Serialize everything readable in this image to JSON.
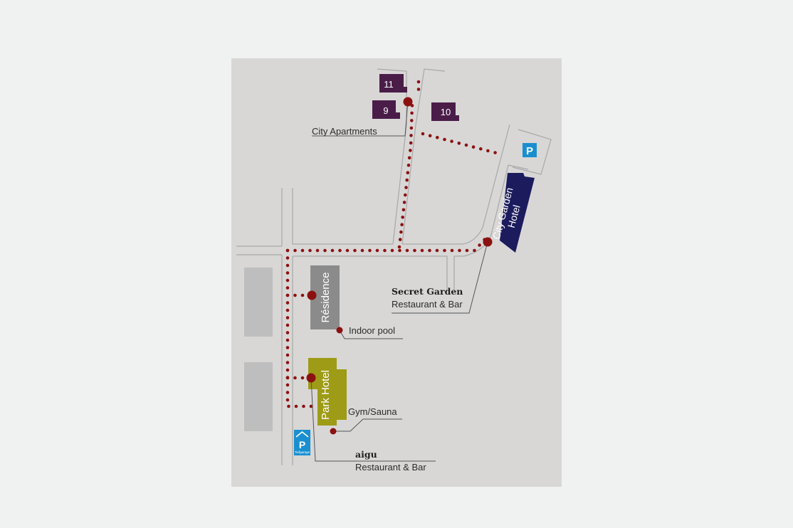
{
  "colors": {
    "page_bg": "#eff2f1",
    "map_bg": "#d8d7d6",
    "road_line": "#a8a8a8",
    "path_dots": "#8b1111",
    "residence": "#8c8b8b",
    "park_hotel": "#9e9b16",
    "city_garden_hotel": "#1b1b5e",
    "apartments": "#4a1d49",
    "parking": "#1a8fd0",
    "blocks": "#bebebe"
  },
  "apartments": [
    {
      "number": "11"
    },
    {
      "number": "9"
    },
    {
      "number": "10"
    }
  ],
  "buildings": {
    "residence": "Résidence",
    "park_hotel": "Park Hotel",
    "city_garden_line1": "City Garden",
    "city_garden_line2": "Hotel"
  },
  "labels": {
    "city_apartments": "City Apartments",
    "secret_garden_name": "Secret Garden",
    "secret_garden_sub": "Restaurant & Bar",
    "indoor_pool": "Indoor pool",
    "gym_sauna": "Gym/Sauna",
    "aigu_name": "aigu",
    "aigu_sub": "Restaurant & Bar"
  },
  "icons": {
    "parking": "parking-icon",
    "garage": "underground-garage-icon"
  },
  "parking": {
    "letter": "P",
    "garage_caption": "Tiefgarage"
  }
}
